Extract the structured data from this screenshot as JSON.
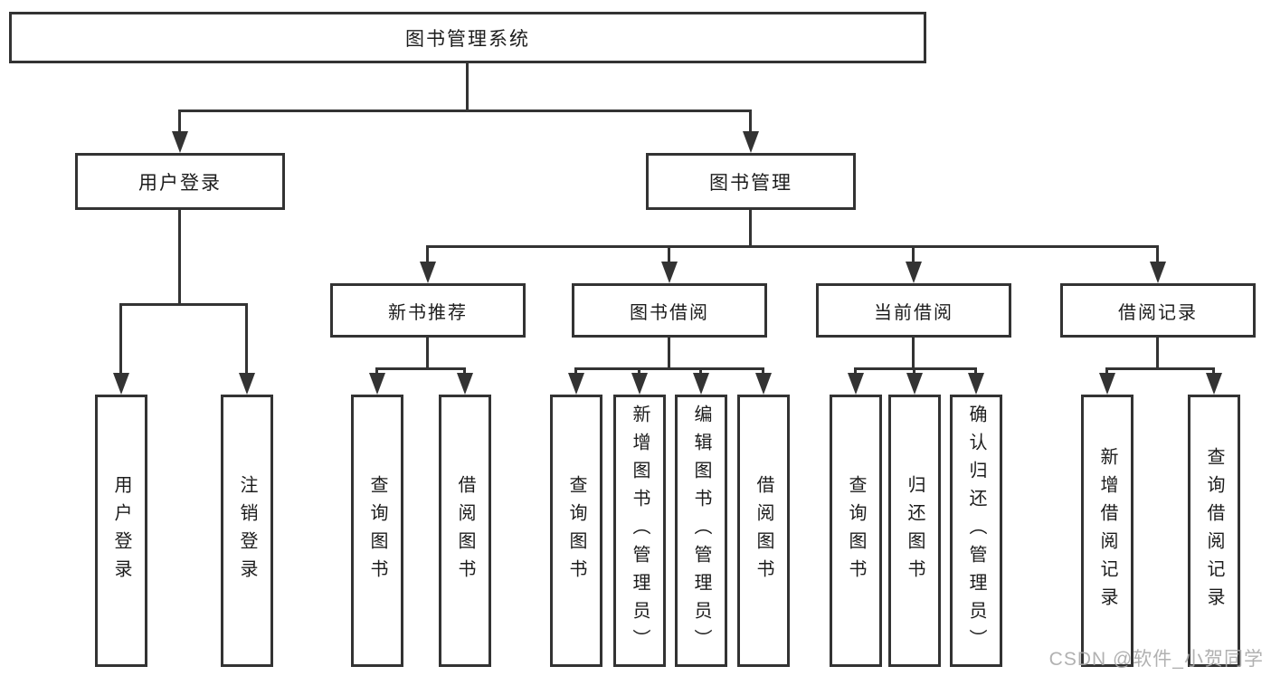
{
  "tree": {
    "root": {
      "label": "图书管理系统",
      "children": [
        {
          "label": "用户登录",
          "children": [
            {
              "label": "用户登录"
            },
            {
              "label": "注销登录"
            }
          ]
        },
        {
          "label": "图书管理",
          "children": [
            {
              "label": "新书推荐",
              "children": [
                {
                  "label": "查询图书"
                },
                {
                  "label": "借阅图书"
                }
              ]
            },
            {
              "label": "图书借阅",
              "children": [
                {
                  "label": "查询图书"
                },
                {
                  "label": "新增图书（管理员）"
                },
                {
                  "label": "编辑图书（管理员）"
                },
                {
                  "label": "借阅图书"
                }
              ]
            },
            {
              "label": "当前借阅",
              "children": [
                {
                  "label": "查询图书"
                },
                {
                  "label": "归还图书"
                },
                {
                  "label": "确认归还（管理员）"
                }
              ]
            },
            {
              "label": "借阅记录",
              "children": [
                {
                  "label": "新增借阅记录"
                },
                {
                  "label": "查询借阅记录"
                }
              ]
            }
          ]
        }
      ]
    }
  },
  "watermark": {
    "text": "CSDN @软件_小贺同学"
  },
  "colors": {
    "line": "#333333",
    "text": "#1c1c1c",
    "background": "#ffffff",
    "watermark": "#a8a8a8"
  }
}
